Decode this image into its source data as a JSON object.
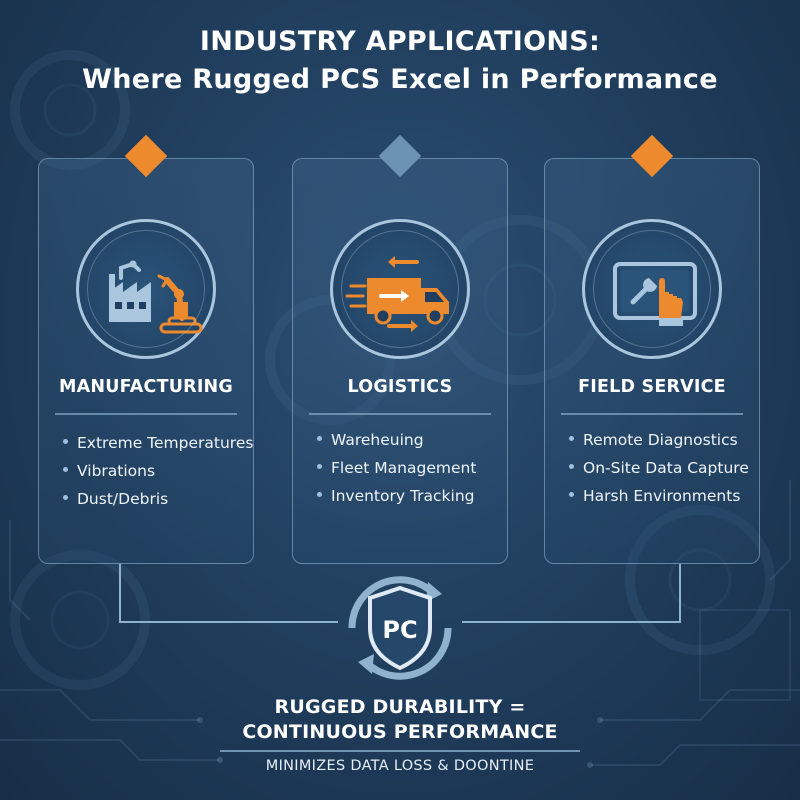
{
  "header": {
    "title_line1": "INDUSTRY APPLICATIONS:",
    "title_line2": "Where Rugged PCS Excel in Performance"
  },
  "cards": [
    {
      "heading": "MANUFACTURING",
      "icon": "factory-robot-arm-icon",
      "diamond_color": "#ee8a2e",
      "bullets": [
        "Extreme Temperatures",
        "Vibrations",
        "Dust/Debris"
      ]
    },
    {
      "heading": "LOGISTICS",
      "icon": "delivery-truck-icon",
      "diamond_color": "#6c93b3",
      "bullets": [
        "Wareheuing",
        "Fleet Management",
        "Inventory Tracking"
      ]
    },
    {
      "heading": "FIELD SERVICE",
      "icon": "touchscreen-wrench-icon",
      "diamond_color": "#ee8a2e",
      "bullets": [
        "Remote Diagnostics",
        "On-Site Data Capture",
        "Harsh Environments"
      ]
    }
  ],
  "center_badge": {
    "icon": "shield-pc-icon",
    "label": "PC"
  },
  "footer": {
    "line1": "RUGGED DURABILITY =",
    "line2": "CONTINUOUS PERFORMANCE",
    "subtitle": "MINIMIZES DATA LOSS & DOONTINE"
  },
  "colors": {
    "accent_orange": "#ee8a2e",
    "accent_blue": "#6c93b3",
    "background": "#1f3c5b",
    "line": "#a9c6de"
  }
}
